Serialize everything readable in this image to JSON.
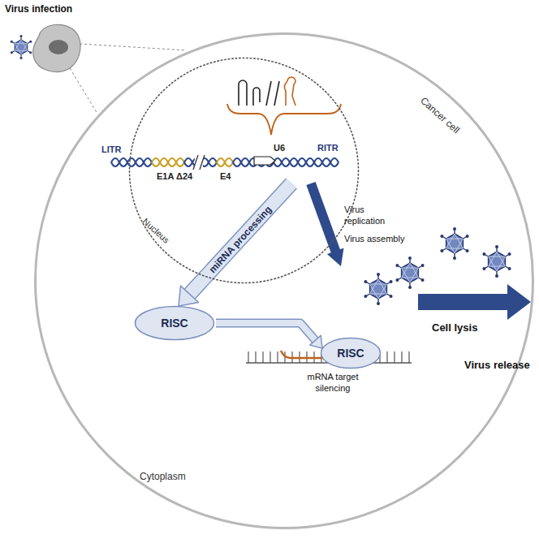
{
  "diagram": {
    "nodes": [
      {
        "text": [
          "Cancer cell",
          "Cytoplasm"
        ]
      },
      {
        "text": [
          "Nucleus"
        ],
        "in": 0
      },
      {
        "text": [
          "LITR",
          "E1A Δ24",
          "E4",
          "U6",
          "RITR"
        ],
        "in": 1
      },
      {
        "text": [
          "RISC"
        ],
        "in": 0
      },
      {
        "text": [
          "RISC"
        ],
        "in": 0
      }
    ],
    "edges": [
      {
        "from": 2,
        "to": 3,
        "arrow": "to",
        "label": "miRNA processing"
      },
      {
        "from": 3,
        "to": 4,
        "arrow": "to"
      }
    ],
    "labels": [
      "Virus infection",
      "Virus replication",
      "Virus assembly",
      "Cell lysis",
      "Virus release",
      "mRNA target silencing"
    ]
  }
}
